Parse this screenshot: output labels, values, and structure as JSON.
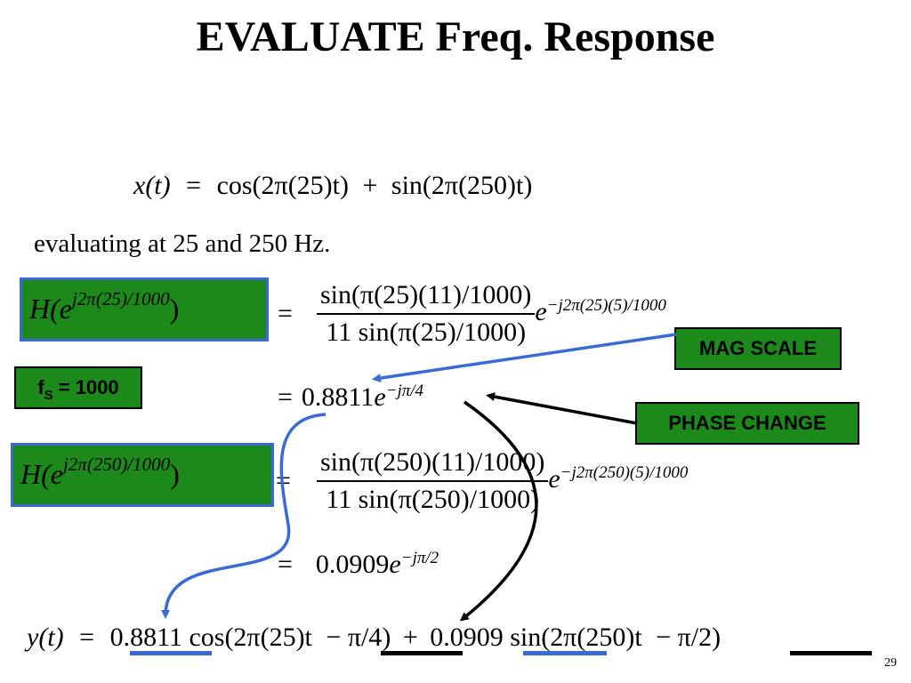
{
  "slide": {
    "title": "EVALUATE Freq. Response",
    "page_number": "29",
    "intro_text": "evaluating at 25 and 250 Hz."
  },
  "equations": {
    "x_t": {
      "lhs": "x(t)",
      "eq": "=",
      "term1": "cos(2π(25)t)",
      "plus": "+",
      "term2": "sin(2π(250)t)"
    },
    "h25": {
      "base": "H(e",
      "exp": "j2π(25)/1000",
      "close": ")",
      "eq": "=",
      "num": "sin(π(25)(11)/1000)",
      "den": "11 sin(π(25)/1000)",
      "tail_base": "e",
      "tail_exp": "−j2π(25)(5)/1000",
      "result_eq": "=",
      "result_mag": "0.8811",
      "result_base": "e",
      "result_exp": "−jπ/4"
    },
    "h250": {
      "base": "H(e",
      "exp": "j2π(250)/1000",
      "close": ")",
      "eq": "=",
      "num": "sin(π(250)(11)/1000)",
      "den": "11 sin(π(250)/1000)",
      "tail_base": "e",
      "tail_exp": "−j2π(250)(5)/1000",
      "result_eq": "=",
      "result_mag": "0.0909",
      "result_base": "e",
      "result_exp": "−jπ/2"
    },
    "y_t": {
      "lhs": "y(t)",
      "eq": "=",
      "mag1": "0.8811",
      "fn1": "cos(2π(25)t",
      "phase1": "− π/4",
      "close1": ")",
      "plus": "+",
      "mag2": "0.0909",
      "fn2": "sin(2π(250)t",
      "phase2": "− π/2",
      "close2": ")"
    }
  },
  "labels": {
    "fs_main": "f",
    "fs_sub": "S",
    "fs_value": " = 1000",
    "mag_scale": "MAG SCALE",
    "phase_change": "PHASE CHANGE"
  },
  "colors": {
    "green_box": "#1b8a1b",
    "blue_accent": "#3a6ad4",
    "black": "#000000"
  }
}
